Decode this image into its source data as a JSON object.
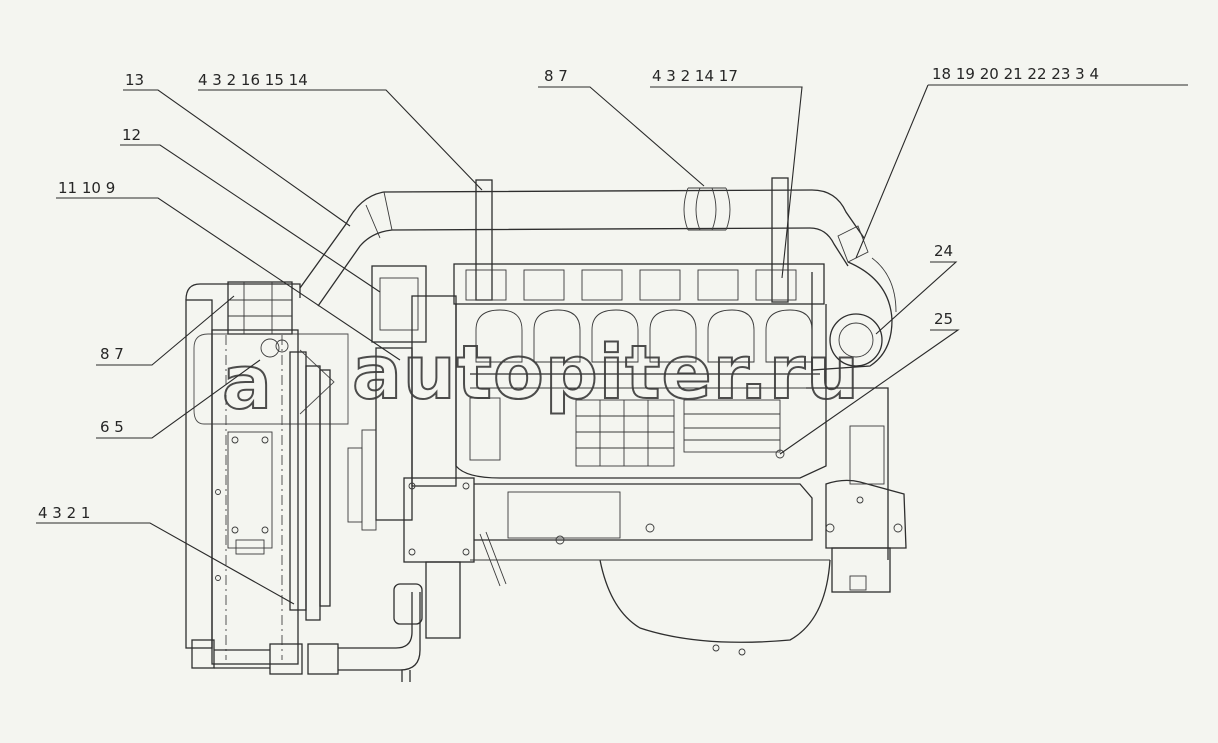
{
  "callouts": [
    {
      "id": "c-13",
      "text": "13"
    },
    {
      "id": "c-4-3-2-16-15-14",
      "text": "4  3   2  16  15  14"
    },
    {
      "id": "c-12",
      "text": "12"
    },
    {
      "id": "c-11-10-9",
      "text": "11  10   9"
    },
    {
      "id": "c-8-7-left",
      "text": "8   7"
    },
    {
      "id": "c-6-5",
      "text": "6   5"
    },
    {
      "id": "c-4-3-2-1",
      "text": "4   3   2   1"
    },
    {
      "id": "c-8-7-top",
      "text": "8   7"
    },
    {
      "id": "c-4-3-2-14-17",
      "text": "4   3   2  14  17"
    },
    {
      "id": "c-18-23-3-4",
      "text": "18  19  20  21  22  23   3   4"
    },
    {
      "id": "c-24",
      "text": "24"
    },
    {
      "id": "c-25",
      "text": "25"
    }
  ],
  "watermark": {
    "text": "autopiter.ru",
    "logo_letter": "a"
  }
}
